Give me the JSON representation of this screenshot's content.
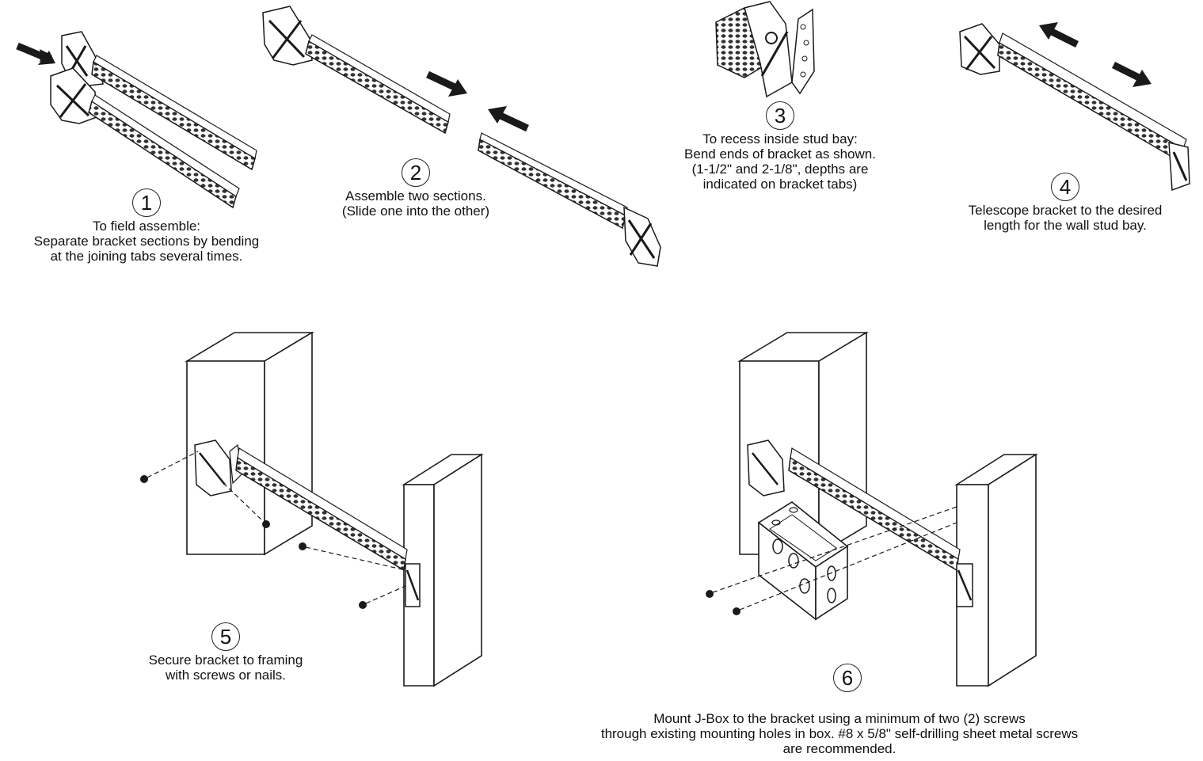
{
  "steps": [
    {
      "number": "1",
      "lines": [
        "To field assemble:",
        "Separate bracket sections by bending",
        "at the joining tabs several times."
      ]
    },
    {
      "number": "2",
      "lines": [
        "Assemble two sections.",
        "(Slide one into the other)"
      ]
    },
    {
      "number": "3",
      "lines": [
        "To recess inside stud bay:",
        "Bend ends of bracket as shown.",
        "(1-1/2\" and 2-1/8\", depths are",
        "indicated on bracket tabs)"
      ]
    },
    {
      "number": "4",
      "lines": [
        "Telescope bracket to the desired",
        "length for the wall stud bay."
      ]
    },
    {
      "number": "5",
      "lines": [
        "Secure bracket to framing",
        "with screws or nails."
      ]
    },
    {
      "number": "6",
      "lines": [
        "Mount J-Box to the bracket using a minimum of two (2) screws",
        "through existing mounting holes in box.  #8 x 5/8\" self-drilling sheet metal screws",
        "are recommended."
      ]
    }
  ],
  "colors": {
    "line": "#1a1a1a",
    "fill": "#ffffff",
    "arrow": "#1a1a1a",
    "rail": "#6e6e6e"
  }
}
